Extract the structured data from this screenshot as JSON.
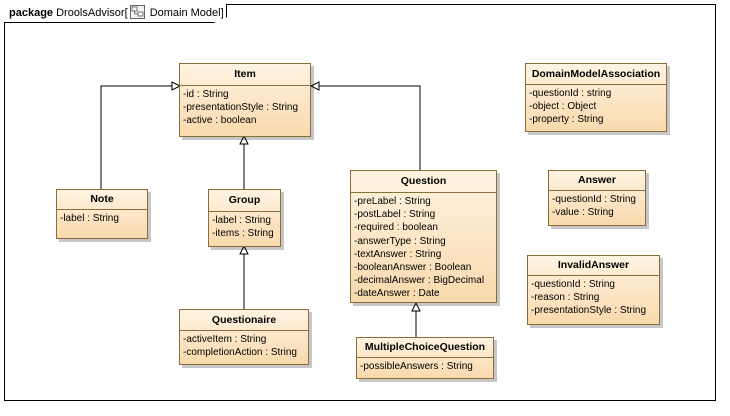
{
  "frame": {
    "keyword": "package",
    "package_name": "DroolsAdvisor",
    "diagram_name": "Domain Model",
    "diagram_icon": "class-diagram-icon"
  },
  "classes": {
    "item": {
      "name": "Item",
      "attributes": [
        "-id : String",
        "-presentationStyle : String",
        "-active : boolean"
      ]
    },
    "note": {
      "name": "Note",
      "attributes": [
        "-label : String"
      ]
    },
    "group": {
      "name": "Group",
      "attributes": [
        "-label : String",
        "-items : String"
      ]
    },
    "questionaire": {
      "name": "Questionaire",
      "attributes": [
        "-activeItem : String",
        "-completionAction : String"
      ]
    },
    "question": {
      "name": "Question",
      "attributes": [
        "-preLabel : String",
        "-postLabel : String",
        "-required : boolean",
        "-answerType : String",
        "-textAnswer : String",
        "-booleanAnswer : Boolean",
        "-decimalAnswer : BigDecimal",
        "-dateAnswer : Date"
      ]
    },
    "multiple_choice_question": {
      "name": "MultipleChoiceQuestion",
      "attributes": [
        "-possibleAnswers : String"
      ]
    },
    "domain_model_association": {
      "name": "DomainModelAssociation",
      "attributes": [
        "-questionId : string",
        "-object : Object",
        "-property : String"
      ]
    },
    "answer": {
      "name": "Answer",
      "attributes": [
        "-questionId : String",
        "-value : String"
      ]
    },
    "invalid_answer": {
      "name": "InvalidAnswer",
      "attributes": [
        "-questionId : String",
        "-reason : String",
        "-presentationStyle : String"
      ]
    }
  },
  "relationships": [
    {
      "type": "generalization",
      "from": "note",
      "to": "item"
    },
    {
      "type": "generalization",
      "from": "group",
      "to": "item"
    },
    {
      "type": "generalization",
      "from": "question",
      "to": "item"
    },
    {
      "type": "generalization",
      "from": "questionaire",
      "to": "group"
    },
    {
      "type": "generalization",
      "from": "multiple_choice_question",
      "to": "question"
    }
  ],
  "colors": {
    "class_fill_top": "#fff4e2",
    "class_fill_bottom": "#f9d9ad",
    "class_border": "#8a6d3b",
    "line": "#000000"
  }
}
